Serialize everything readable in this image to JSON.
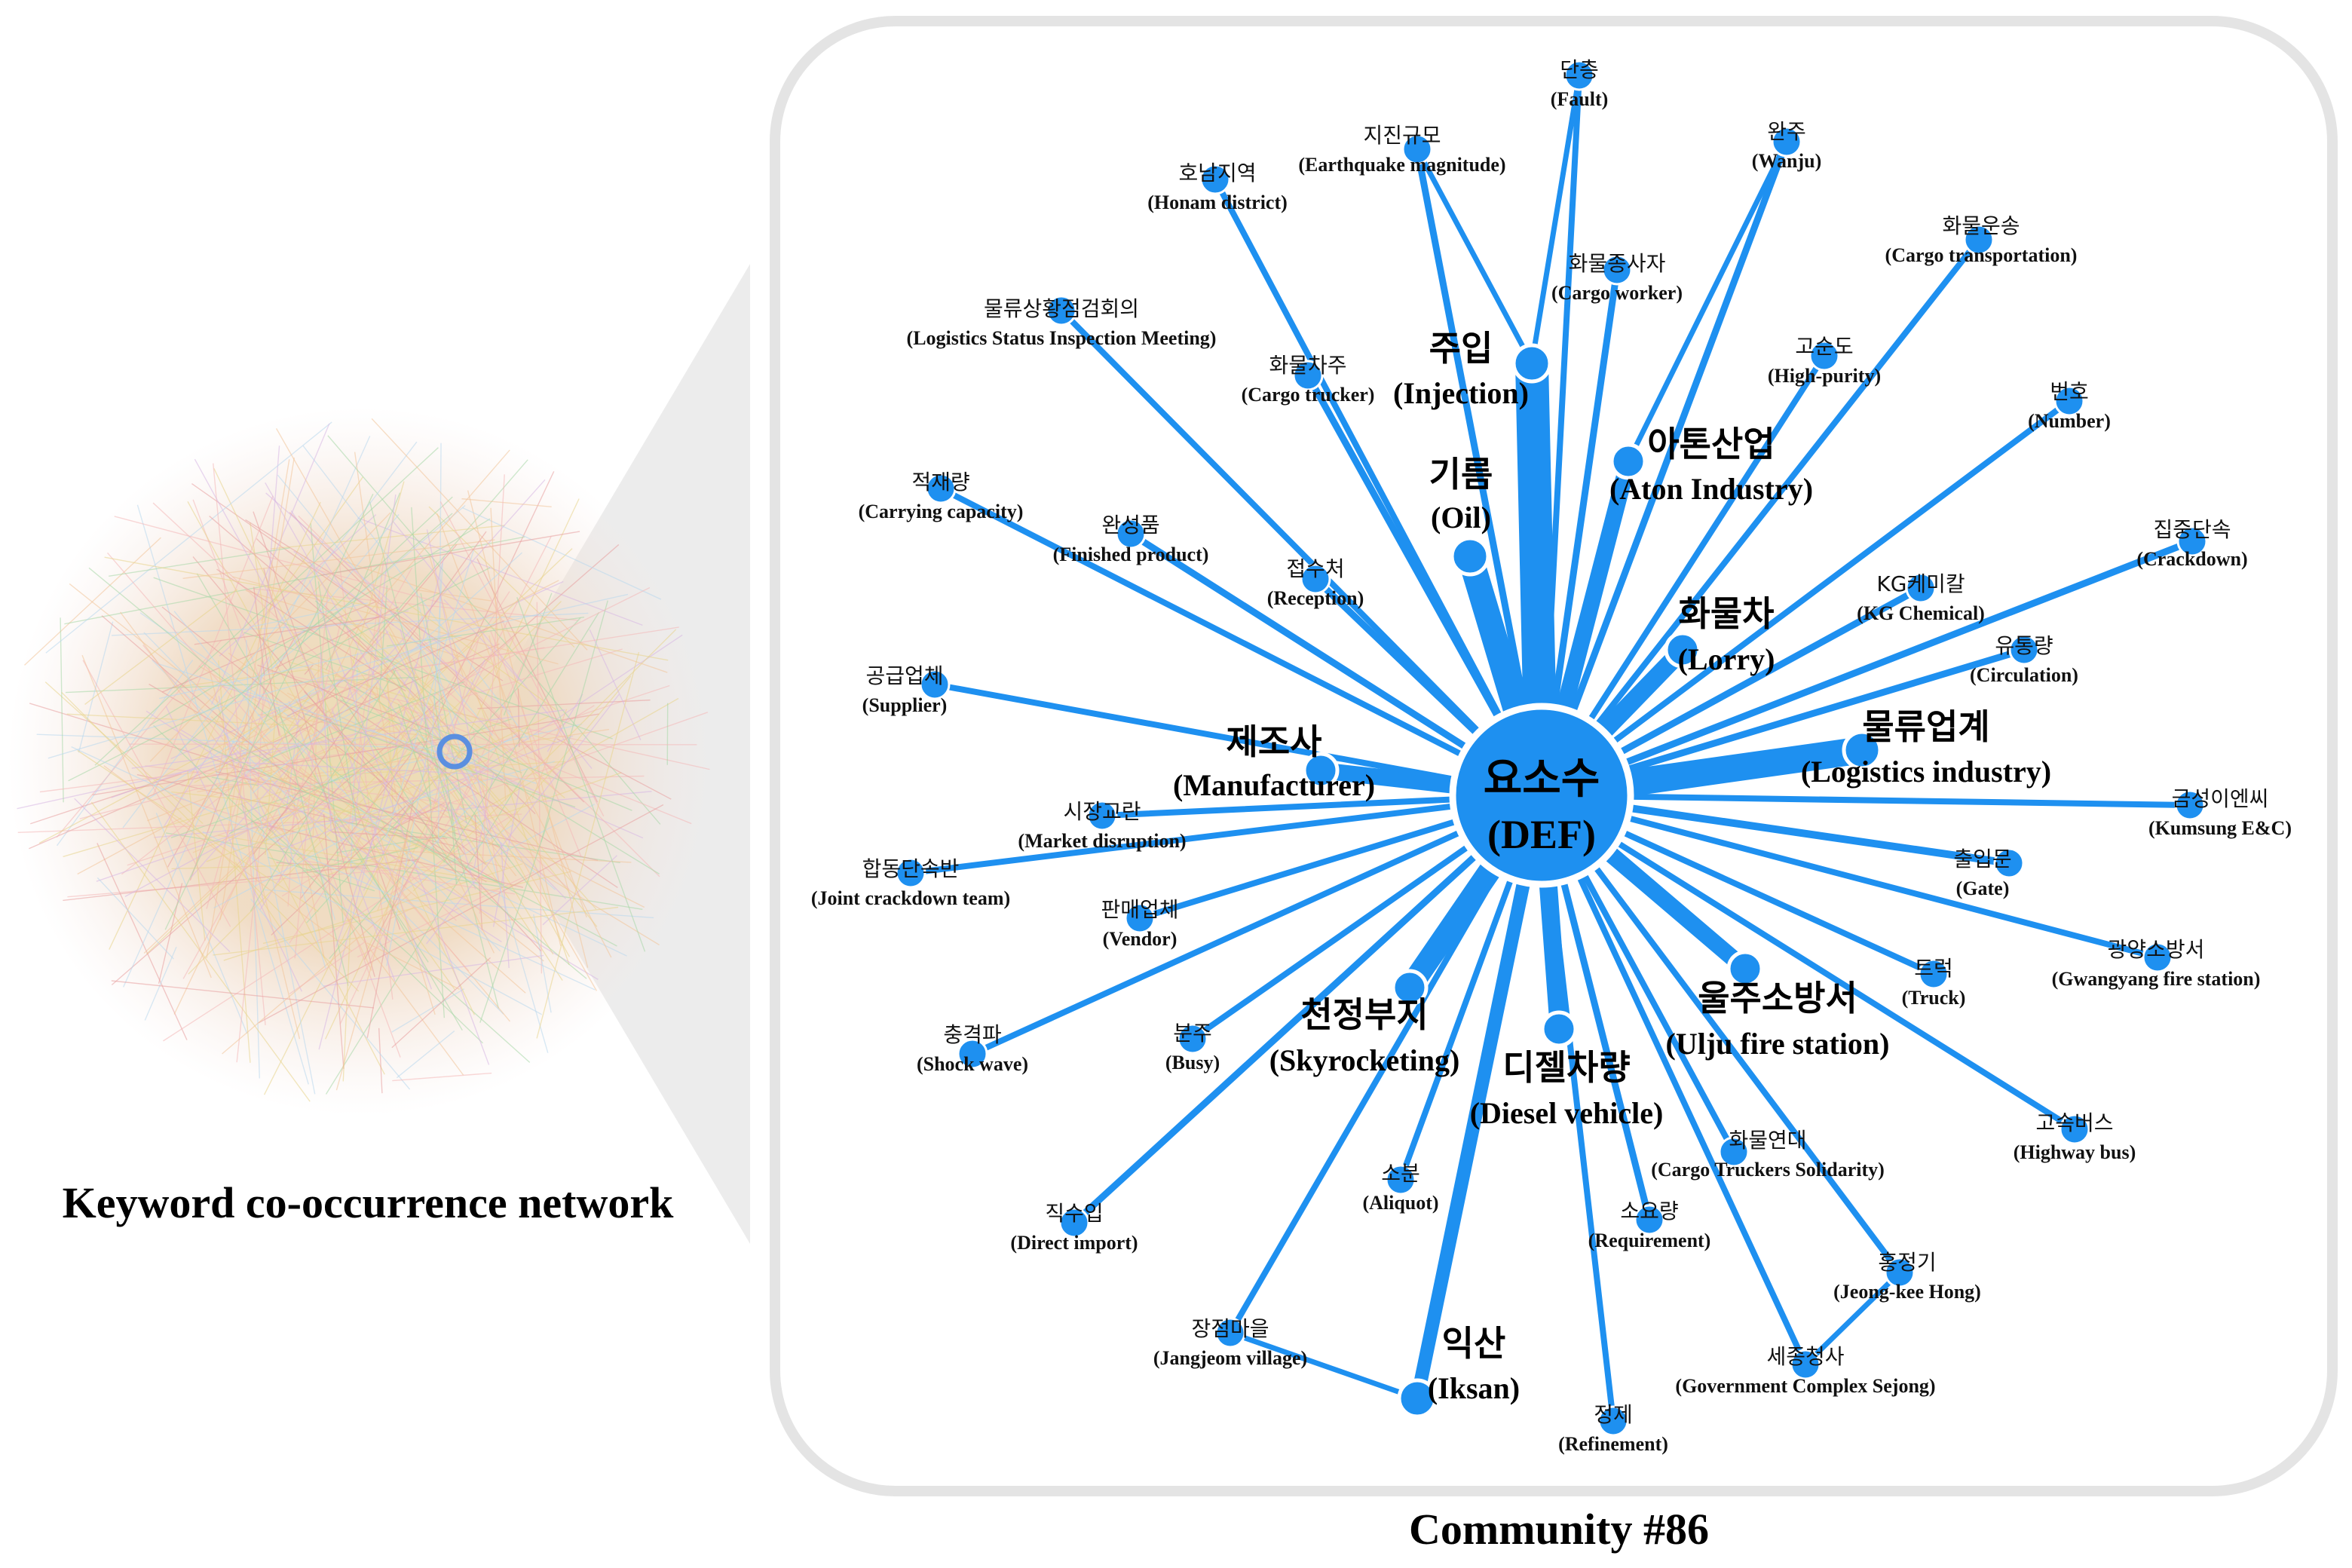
{
  "left_caption": "Keyword co-occurrence network",
  "right_caption": "Community #86",
  "colors": {
    "node": "#1e90f0",
    "edge": "#1e90f0",
    "frame": "#e6e6e6",
    "wedge": "#ebebeb",
    "highlight": "#5b8fe0"
  },
  "center": {
    "ko": "요소수",
    "en": "(DEF)"
  },
  "major_nodes": [
    {
      "ko": "주입",
      "en": "(Injection)"
    },
    {
      "ko": "기름",
      "en": "(Oil)"
    },
    {
      "ko": "아톤산업",
      "en": "(Aton Industry)"
    },
    {
      "ko": "화물차",
      "en": "(Lorry)"
    },
    {
      "ko": "물류업계",
      "en": "(Logistics industry)"
    },
    {
      "ko": "제조사",
      "en": "(Manufacturer)"
    },
    {
      "ko": "천정부지",
      "en": "(Skyrocketing)"
    },
    {
      "ko": "디젤차량",
      "en": "(Diesel vehicle)"
    },
    {
      "ko": "울주소방서",
      "en": "(Ulju fire station)"
    },
    {
      "ko": "익산",
      "en": "(Iksan)"
    }
  ],
  "minor_nodes": [
    {
      "ko": "단층",
      "en": "(Fault)"
    },
    {
      "ko": "지진규모",
      "en": "(Earthquake magnitude)"
    },
    {
      "ko": "완주",
      "en": "(Wanju)"
    },
    {
      "ko": "호남지역",
      "en": "(Honam district)"
    },
    {
      "ko": "화물종사자",
      "en": "(Cargo worker)"
    },
    {
      "ko": "화물운송",
      "en": "(Cargo transportation)"
    },
    {
      "ko": "물류상황점검회의",
      "en": "(Logistics Status Inspection Meeting)"
    },
    {
      "ko": "고순도",
      "en": "(High-purity)"
    },
    {
      "ko": "화물차주",
      "en": "(Cargo trucker)"
    },
    {
      "ko": "번호",
      "en": "(Number)"
    },
    {
      "ko": "적재량",
      "en": "(Carrying capacity)"
    },
    {
      "ko": "완성품",
      "en": "(Finished product)"
    },
    {
      "ko": "집중단속",
      "en": "(Crackdown)"
    },
    {
      "ko": "접수처",
      "en": "(Reception)"
    },
    {
      "ko": "KG케미칼",
      "en": "(KG Chemical)"
    },
    {
      "ko": "공급업체",
      "en": "(Supplier)"
    },
    {
      "ko": "유통량",
      "en": "(Circulation)"
    },
    {
      "ko": "시장교란",
      "en": "(Market disruption)"
    },
    {
      "ko": "금성이엔씨",
      "en": "(Kumsung E&C)"
    },
    {
      "ko": "합동단속반",
      "en": "(Joint crackdown team)"
    },
    {
      "ko": "출입문",
      "en": "(Gate)"
    },
    {
      "ko": "판매업체",
      "en": "(Vendor)"
    },
    {
      "ko": "광양소방서",
      "en": "(Gwangyang fire station)"
    },
    {
      "ko": "트럭",
      "en": "(Truck)"
    },
    {
      "ko": "충격파",
      "en": "(Shock wave)"
    },
    {
      "ko": "분주",
      "en": "(Busy)"
    },
    {
      "ko": "고속버스",
      "en": "(Highway bus)"
    },
    {
      "ko": "화물연대",
      "en": "(Cargo Truckers Solidarity)"
    },
    {
      "ko": "소분",
      "en": "(Aliquot)"
    },
    {
      "ko": "직수입",
      "en": "(Direct import)"
    },
    {
      "ko": "소요량",
      "en": "(Requirement)"
    },
    {
      "ko": "홍정기",
      "en": "(Jeong-kee Hong)"
    },
    {
      "ko": "장점마을",
      "en": "(Jangjeom village)"
    },
    {
      "ko": "세종청사",
      "en": "(Government Complex Sejong)"
    },
    {
      "ko": "정제",
      "en": "(Refinement)"
    }
  ]
}
